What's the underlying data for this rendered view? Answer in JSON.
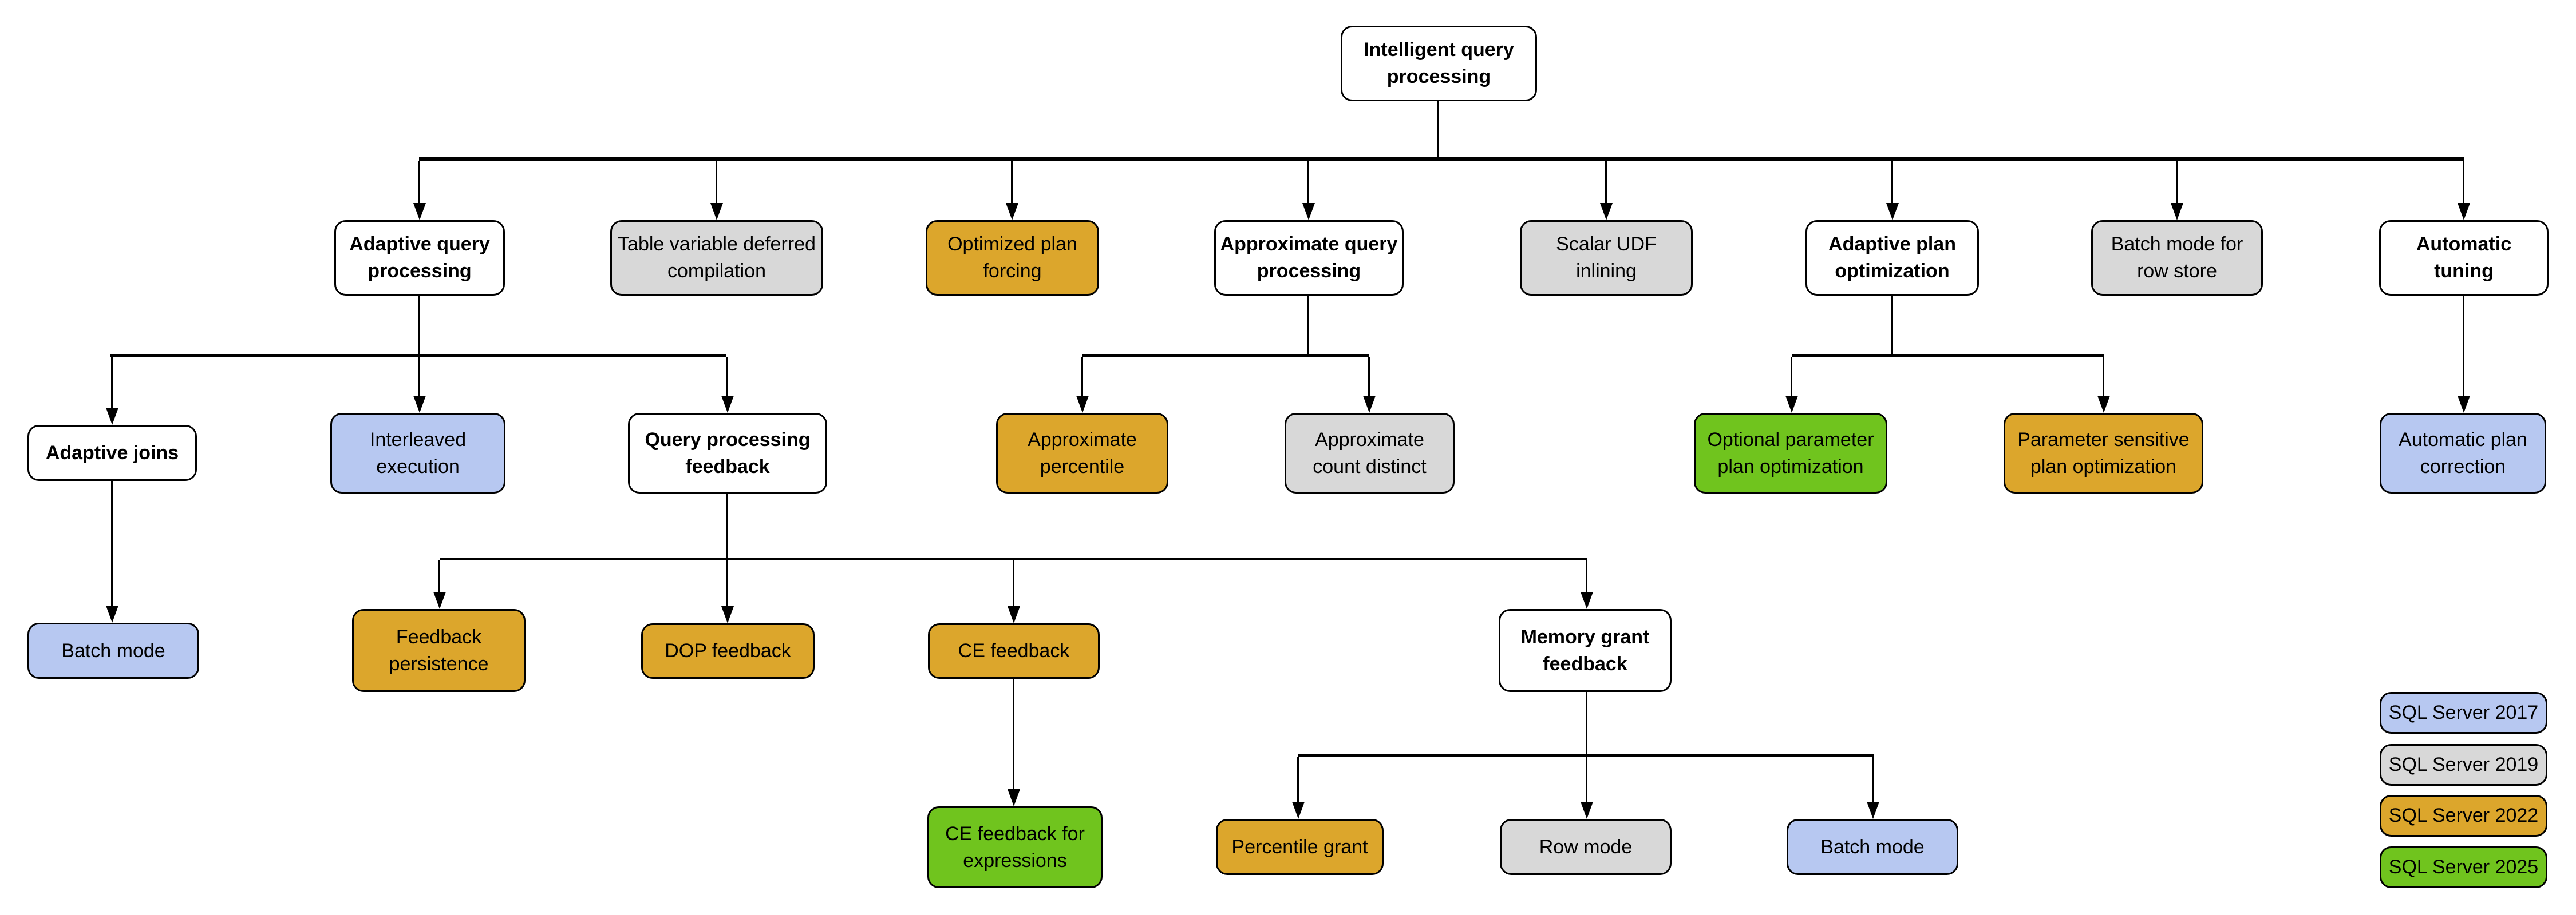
{
  "palette": {
    "base": "#ffffff",
    "v2017": "#b7c8f1",
    "v2019": "#d8d8d8",
    "v2022": "#dca62c",
    "v2025": "#70c41e"
  },
  "nodes": {
    "intelligent_query_processing": {
      "label": "Intelligent query processing",
      "version": "base"
    },
    "adaptive_query_processing": {
      "label": "Adaptive query processing",
      "version": "base"
    },
    "table_variable_deferred_compilation": {
      "label": "Table variable deferred compilation",
      "version": "v2019"
    },
    "optimized_plan_forcing": {
      "label": "Optimized plan forcing",
      "version": "v2022"
    },
    "approximate_query_processing": {
      "label": "Approximate query processing",
      "version": "base"
    },
    "scalar_udf_inlining": {
      "label": "Scalar UDF inlining",
      "version": "v2019"
    },
    "adaptive_plan_optimization": {
      "label": "Adaptive plan optimization",
      "version": "base"
    },
    "batch_mode_for_row_store": {
      "label": "Batch mode for row store",
      "version": "v2019"
    },
    "automatic_tuning": {
      "label": "Automatic tuning",
      "version": "base"
    },
    "adaptive_joins": {
      "label": "Adaptive joins",
      "version": "base"
    },
    "interleaved_execution": {
      "label": "Interleaved execution",
      "version": "v2017"
    },
    "query_processing_feedback": {
      "label": "Query processing feedback",
      "version": "base"
    },
    "approximate_percentile": {
      "label": "Approximate percentile",
      "version": "v2022"
    },
    "approximate_count_distinct": {
      "label": "Approximate count distinct",
      "version": "v2019"
    },
    "optional_parameter_plan_optimization": {
      "label": "Optional parameter plan optimization",
      "version": "v2025"
    },
    "parameter_sensitive_plan_optimization": {
      "label": "Parameter sensitive plan optimization",
      "version": "v2022"
    },
    "automatic_plan_correction": {
      "label": "Automatic plan correction",
      "version": "v2017"
    },
    "batch_mode_adaptive_joins": {
      "label": "Batch mode",
      "version": "v2017"
    },
    "feedback_persistence": {
      "label": "Feedback persistence",
      "version": "v2022"
    },
    "dop_feedback": {
      "label": "DOP feedback",
      "version": "v2022"
    },
    "ce_feedback": {
      "label": "CE feedback",
      "version": "v2022"
    },
    "memory_grant_feedback": {
      "label": "Memory grant feedback",
      "version": "base"
    },
    "ce_feedback_for_expressions": {
      "label": "CE feedback for expressions",
      "version": "v2025"
    },
    "percentile_grant": {
      "label": "Percentile grant",
      "version": "v2022"
    },
    "row_mode": {
      "label": "Row mode",
      "version": "v2019"
    },
    "batch_mode_memory_grant": {
      "label": "Batch mode",
      "version": "v2017"
    }
  },
  "legend": [
    {
      "label": "SQL Server 2017",
      "version": "v2017"
    },
    {
      "label": "SQL Server 2019",
      "version": "v2019"
    },
    {
      "label": "SQL Server 2022",
      "version": "v2022"
    },
    {
      "label": "SQL Server 2025",
      "version": "v2025"
    }
  ]
}
